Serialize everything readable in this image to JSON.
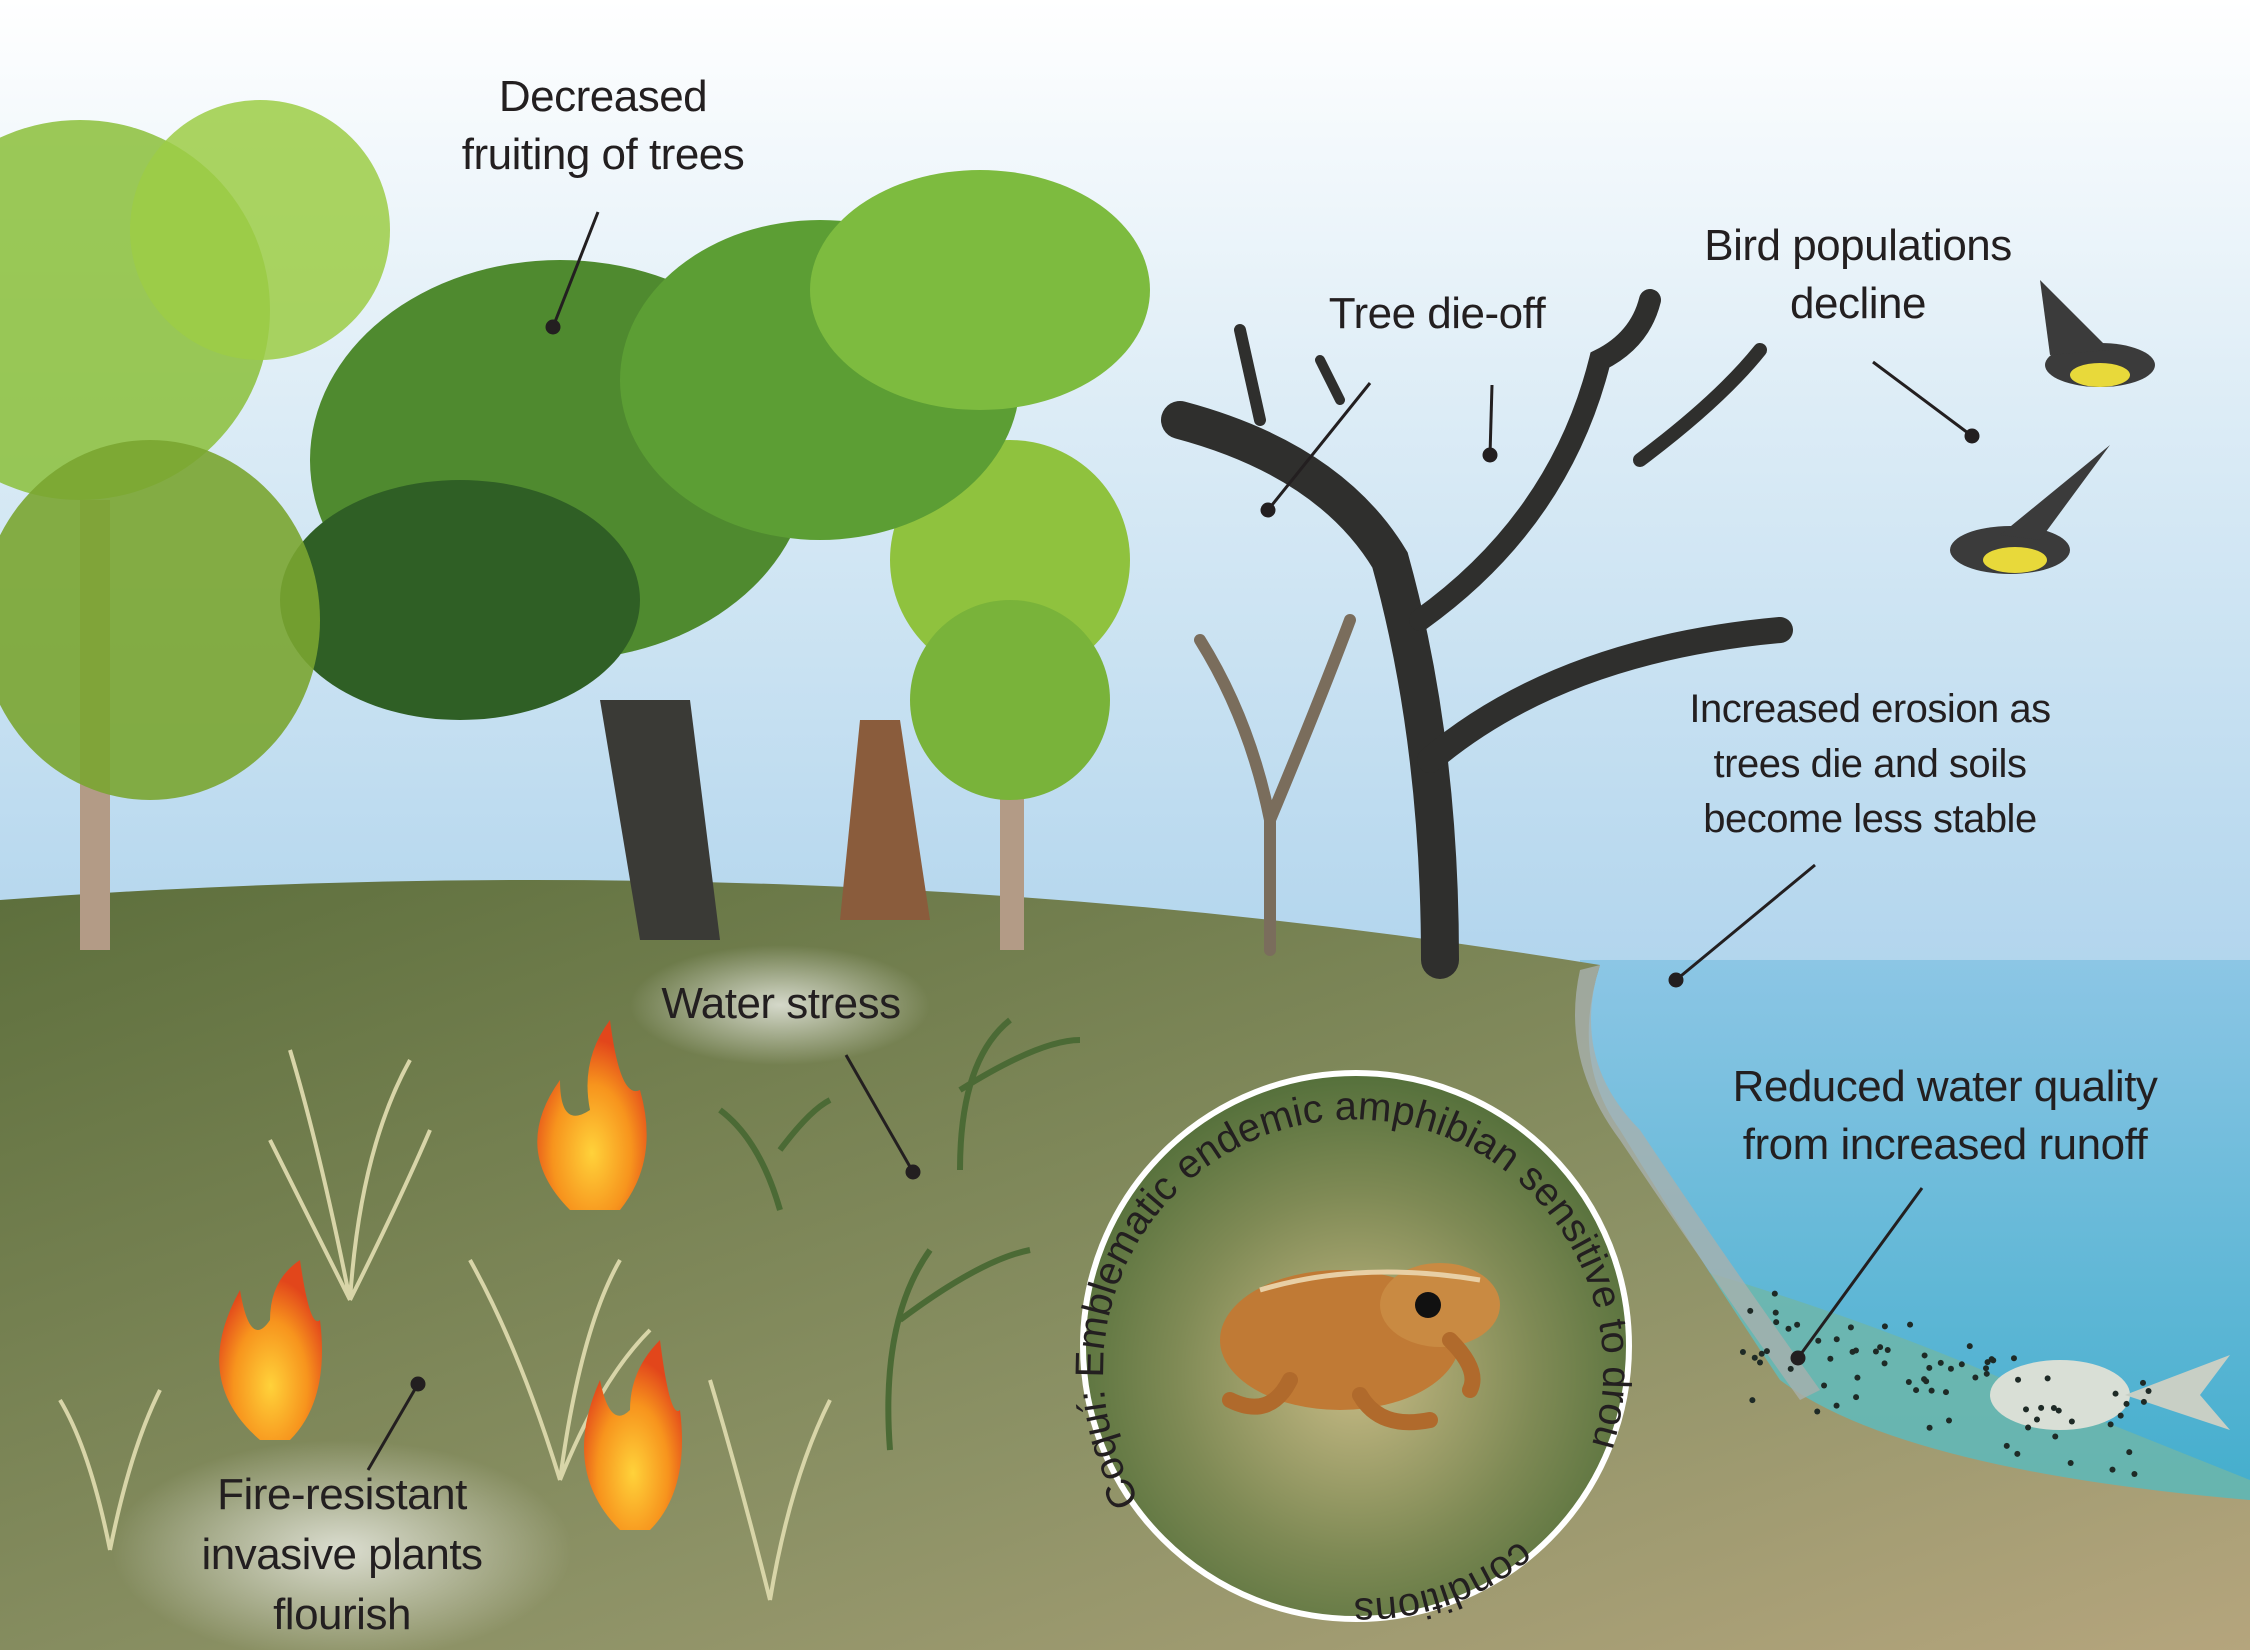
{
  "labels": {
    "fruiting": [
      "Decreased",
      "fruiting of trees"
    ],
    "die_off": "Tree die-off",
    "birds": [
      "Bird populations",
      "decline"
    ],
    "erosion": [
      "Increased erosion as",
      "trees die and soils",
      "become less stable"
    ],
    "water_quality": [
      "Reduced water quality",
      "from increased runoff"
    ],
    "water_stress": "Water stress",
    "invasive": [
      "Fire-resistant",
      "invasive plants",
      "flourish"
    ]
  },
  "coqui_circle": {
    "text_top": "Coquí: Emblematic endemic amphibian sensitive to drought",
    "text_bottom": "conditions"
  },
  "colors": {
    "sky_top": "#ffffff",
    "sky_bottom": "#8ec3e6",
    "ground": "#7f8a5a",
    "sand": "#c9b08a",
    "water": "#4fb3cf",
    "circle_border": "#ffffff",
    "circle_fill": "#4f6b3a",
    "frog": "#c07a35"
  }
}
